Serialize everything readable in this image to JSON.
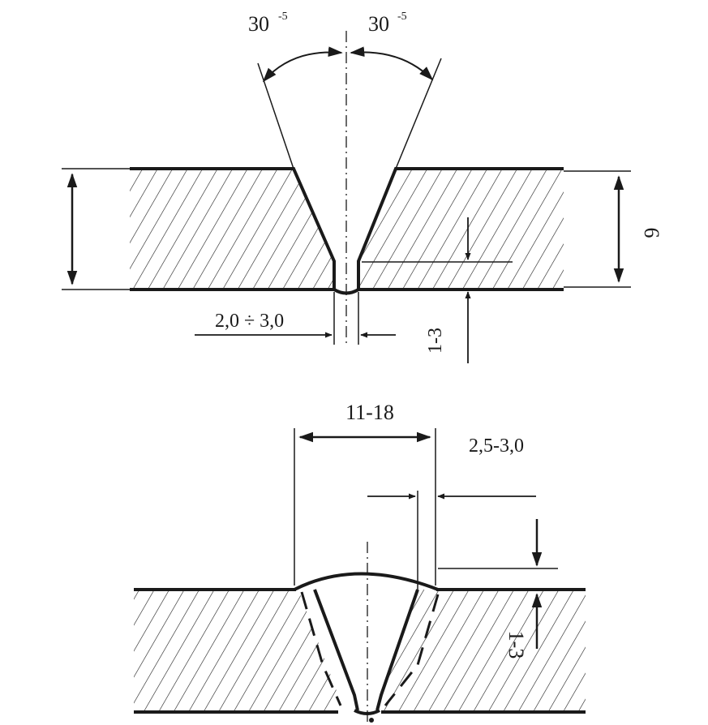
{
  "top_view": {
    "angle_left": "30",
    "angle_left_tol": "-5",
    "angle_right": "30",
    "angle_right_tol": "-5",
    "thickness": "6",
    "gap": "2,0 ÷ 3,0",
    "root_face": "1-3"
  },
  "bottom_view": {
    "weld_width": "11-18",
    "overlap": "2,5-3,0",
    "reinforcement": "1-3"
  },
  "colors": {
    "line": "#1a1a1a",
    "background": "#ffffff"
  }
}
